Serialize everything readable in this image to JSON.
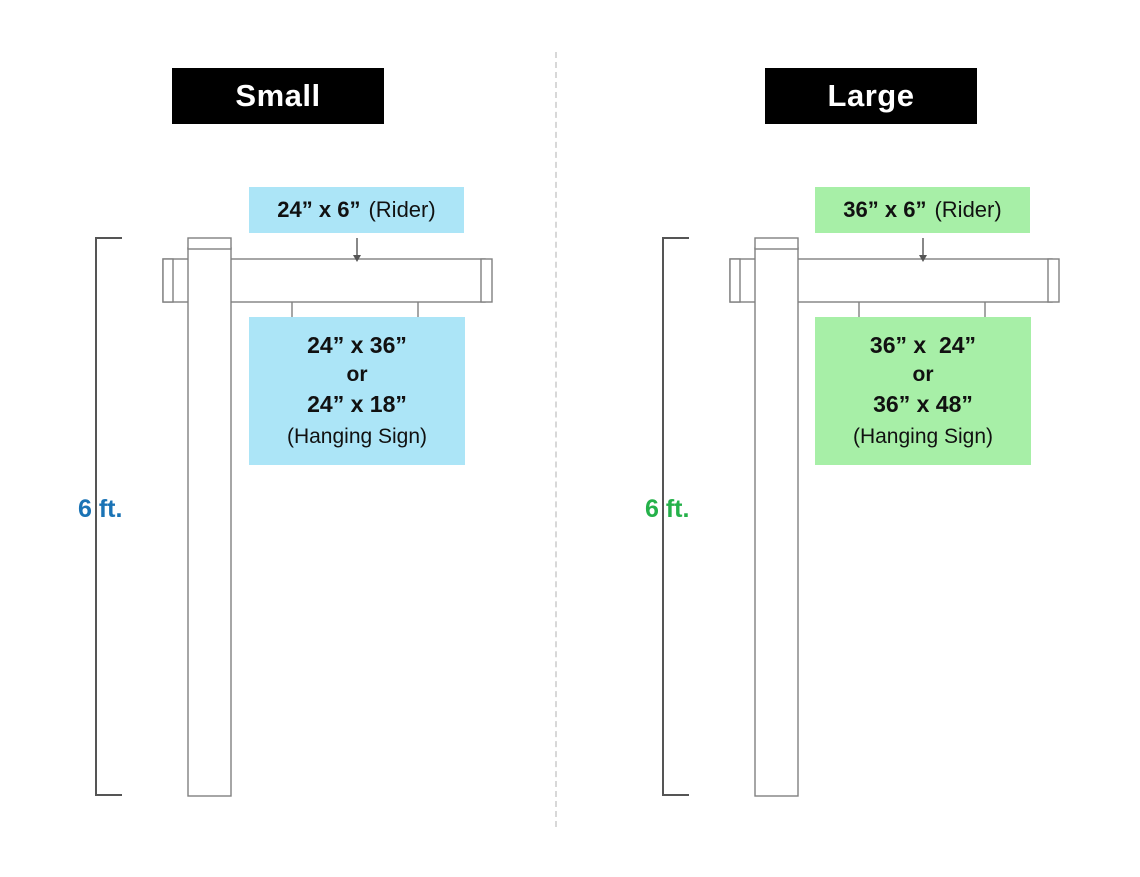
{
  "diagram": {
    "title_bar_color": "#000000",
    "title_text_color": "#ffffff",
    "divider_color": "#d8d8d8",
    "structure_line_color": "#808080"
  },
  "panels": {
    "small": {
      "title": "Small",
      "accent_color": "#ace5f7",
      "measure_color": "#1a73b5",
      "rider": {
        "dimension": "24” x 6”",
        "note": "(Rider)"
      },
      "hanging_sign": {
        "line1": "24” x 36”",
        "line2": "or",
        "line3": "24” x 18”",
        "line4": "(Hanging Sign)"
      },
      "height_label": "6 ft."
    },
    "large": {
      "title": "Large",
      "accent_color": "#a7efa7",
      "measure_color": "#25b14a",
      "rider": {
        "dimension": "36” x 6”",
        "note": "(Rider)"
      },
      "hanging_sign": {
        "line1": "36” x  24”",
        "line2": "or",
        "line3": "36” x 48”",
        "line4": "(Hanging Sign)"
      },
      "height_label": "6 ft."
    }
  }
}
